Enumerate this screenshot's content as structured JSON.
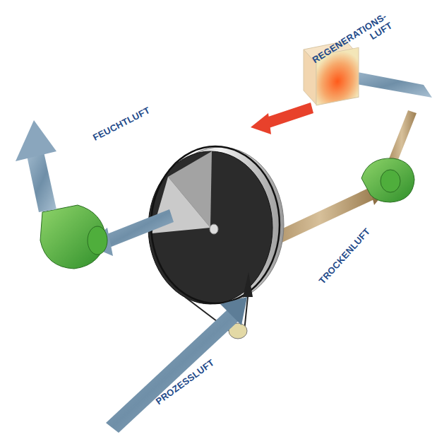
{
  "diagram": {
    "labels": [
      "FEUCHTLUFT",
      "REGENERATIONS- LUFT",
      "TROCKENLUFT",
      "PROZESSLUFT"
    ]
  }
}
